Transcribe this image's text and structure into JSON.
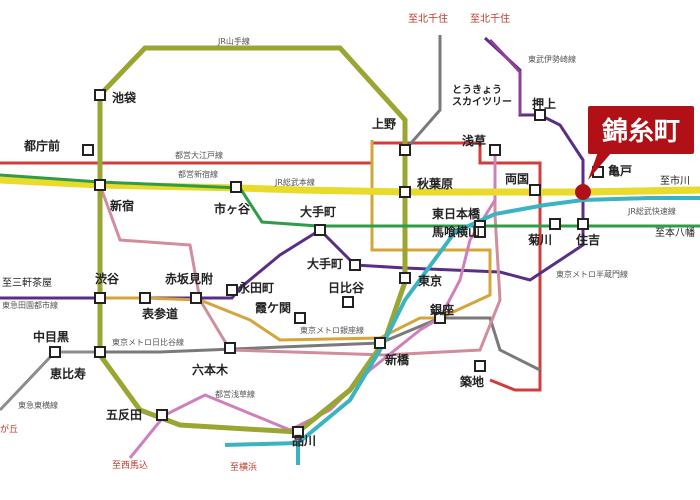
{
  "accent": "#b11116",
  "colors": {
    "jr_yamanote": "#9aa532",
    "jr_sobu": "#e9da2b",
    "jr_sobu_rapid": "#1f8f3a",
    "jr_chuo": "#d23c3a",
    "toei_oedo": "#d18d9b",
    "toei_shinjuku": "#2f9c48",
    "tokyo_metro_hanzomon": "#5a2d86",
    "tokyo_metro_ginza": "#d5a43b",
    "tokyo_metro_hibiya": "#7a7a7a",
    "toei_asakusa": "#cf80bc",
    "jr_keihin": "#3bb3c3",
    "tokyu_toyoko": "#8c8c8c",
    "tobu_isesaki": "#8f3f9a",
    "marunouchi": "#d0a44a"
  },
  "title": "錦糸町",
  "stations": {
    "ikebukuro": "池袋",
    "tochomae": "都庁前",
    "shinjuku": "新宿",
    "ichigaya": "市ヶ谷",
    "ueno": "上野",
    "akihabara": "秋葉原",
    "asakusa": "浅草",
    "tokyoskytree": "とうきょう\nスカイツリー",
    "oshiage": "押上",
    "kameido": "亀戸",
    "ryogoku": "両国",
    "higashinihonbashi": "東日本橋",
    "bakuroyokoyama": "馬喰横山",
    "kikukawa": "菊川",
    "sumiyoshi": "住吉",
    "otemachi1": "大手町",
    "otemachi2": "大手町",
    "tokyo": "東京",
    "hibiya": "日比谷",
    "ginza": "銀座",
    "shimbashi": "新橋",
    "tsukiji": "築地",
    "shibuya": "渋谷",
    "omotesando": "表参道",
    "akasakamitsuke": "赤坂見附",
    "nagatacho": "永田町",
    "kasumigaseki": "霞ケ関",
    "roppongi": "六本木",
    "nakameguro": "中目黒",
    "ebisu": "恵比寿",
    "gotanda": "五反田",
    "shinagawa": "品川",
    "kinshicho": "錦糸町"
  },
  "directions": {
    "kitasenju1": "至北千住",
    "kitasenju2": "至北千住",
    "ichikawa": "至市川",
    "motoyawata": "至本八幡",
    "sangenjaya": "至三軒茶屋",
    "nishimagome": "至西馬込",
    "yokohama": "至横浜",
    "gaoka": "が丘"
  },
  "line_labels": {
    "yamanote": "JR山手線",
    "oedo": "都営大江戸線",
    "shinjuku_line": "都営新宿線",
    "sobu": "JR総武本線",
    "tobu": "東武伊勢崎線",
    "sobu_rapid": "JR総武快速線",
    "hanzomon": "東京メトロ半蔵門線",
    "denentoshi": "東急田園都市線",
    "hibiya_line": "東京メトロ日比谷線",
    "ginza_line": "東京メトロ銀座線",
    "toyoko": "東急東横線",
    "asakusa_line": "都営浅草線"
  }
}
